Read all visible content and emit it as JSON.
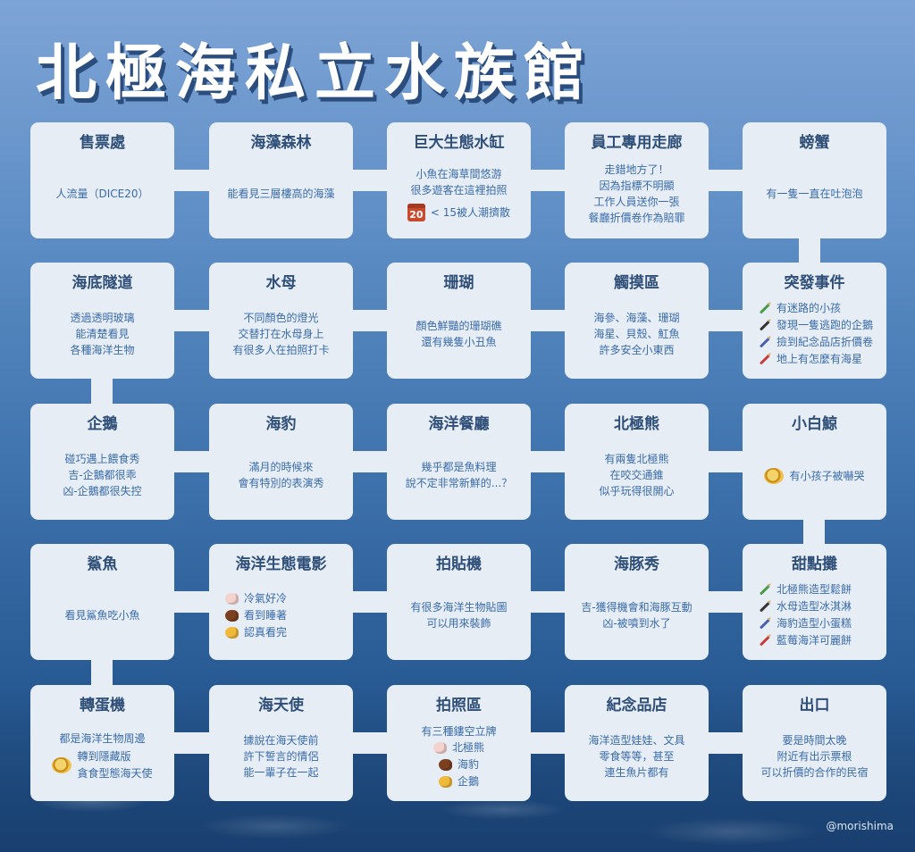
{
  "title": "北極海私立水族館",
  "credit": "@morishima",
  "colors": {
    "card": "#e6edf5",
    "title_shadow": "#2b4d7e",
    "text": "#3a6ba8",
    "name": "#2f4f78"
  },
  "rows": [
    [
      {
        "name": "售票處",
        "lines": [
          "人流量（DICE20）"
        ]
      },
      {
        "name": "海藻森林",
        "lines": [
          "能看見三層樓高的海藻"
        ]
      },
      {
        "name": "巨大生態水缸",
        "lines": [
          "小魚在海草間悠游",
          "很多遊客在這裡拍照"
        ],
        "dice": {
          "value": "20",
          "text": "< 15被人潮擠散"
        }
      },
      {
        "name": "員工專用走廊",
        "lines": [
          "走錯地方了！",
          "因為指標不明顯",
          "工作人員送你一張",
          "餐廳折價卷作為賠罪"
        ]
      },
      {
        "name": "螃蟹",
        "lines": [
          "有一隻一直在吐泡泡"
        ]
      }
    ],
    [
      {
        "name": "海底隧道",
        "lines": [
          "透過透明玻璃",
          "能清楚看見",
          "各種海洋生物"
        ]
      },
      {
        "name": "水母",
        "lines": [
          "不同顏色的燈光",
          "交替打在水母身上",
          "有很多人在拍照打卡"
        ]
      },
      {
        "name": "珊瑚",
        "lines": [
          "顏色鮮豔的珊瑚礁",
          "還有幾隻小丑魚"
        ]
      },
      {
        "name": "觸摸區",
        "lines": [
          "海參、海藻、珊瑚",
          "海星、貝殼、魟魚",
          "許多安全小東西"
        ]
      },
      {
        "name": "突發事件",
        "items": [
          {
            "icon": "green-pencil-icon",
            "color": "#4a9a4a",
            "text": "有迷路的小孩"
          },
          {
            "icon": "black-pencil-icon",
            "color": "#333333",
            "text": "發現一隻逃跑的企鵝"
          },
          {
            "icon": "blue-pencil-icon",
            "color": "#4a5fae",
            "text": "撿到紀念品店折價卷"
          },
          {
            "icon": "red-pencil-icon",
            "color": "#c83c3c",
            "text": "地上有怎麼有海星"
          }
        ]
      }
    ],
    [
      {
        "name": "企鵝",
        "lines": [
          "碰巧遇上餵食秀",
          "吉-企鵝都很乖",
          "凶-企鵝都很失控"
        ]
      },
      {
        "name": "海豹",
        "lines": [
          "滿月的時候來",
          "會有特別的表演秀"
        ]
      },
      {
        "name": "海洋餐廳",
        "lines": [
          "幾乎都是魚料理",
          "說不定非常新鮮的...？"
        ]
      },
      {
        "name": "北極熊",
        "lines": [
          "有兩隻北極熊",
          "在咬交通錐",
          "似乎玩得很開心"
        ]
      },
      {
        "name": "小白鯨",
        "coin": {
          "text": "有小孩子被嚇哭"
        }
      }
    ],
    [
      {
        "name": "鯊魚",
        "lines": [
          "看見鯊魚吃小魚"
        ]
      },
      {
        "name": "海洋生態電影",
        "items": [
          {
            "icon": "raw-meat-icon",
            "color": "#f4d3cf",
            "text": "冷氣好冷"
          },
          {
            "icon": "cooked-meat-icon",
            "color": "#7a3f1e",
            "text": "看到睡著"
          },
          {
            "icon": "golden-meat-icon",
            "color": "#f0b93a",
            "text": "認真看完"
          }
        ]
      },
      {
        "name": "拍貼機",
        "lines": [
          "有很多海洋生物貼圖",
          "可以用來裝飾"
        ]
      },
      {
        "name": "海豚秀",
        "lines": [
          "吉-獲得機會和海豚互動",
          "凶-被噴到水了"
        ]
      },
      {
        "name": "甜點攤",
        "items": [
          {
            "icon": "green-pencil-icon",
            "color": "#4a9a4a",
            "text": "北極熊造型鬆餅"
          },
          {
            "icon": "black-pencil-icon",
            "color": "#333333",
            "text": "水母造型冰淇淋"
          },
          {
            "icon": "blue-pencil-icon",
            "color": "#4a5fae",
            "text": "海豹造型小蛋糕"
          },
          {
            "icon": "red-pencil-icon",
            "color": "#c83c3c",
            "text": "藍莓海洋可麗餅"
          }
        ]
      }
    ],
    [
      {
        "name": "轉蛋機",
        "lines": [
          "都是海洋生物周邊"
        ],
        "coin": {
          "text": "轉到隱藏版",
          "text2": "貪食型態海天使"
        }
      },
      {
        "name": "海天使",
        "lines": [
          "據說在海天使前",
          "許下誓言的情侶",
          "能一輩子在一起"
        ]
      },
      {
        "name": "拍照區",
        "lines": [
          "有三種鏤空立牌"
        ],
        "items": [
          {
            "icon": "raw-meat-icon",
            "color": "#f4d3cf",
            "text": "北極熊"
          },
          {
            "icon": "cooked-meat-icon",
            "color": "#7a3f1e",
            "text": "海豹"
          },
          {
            "icon": "golden-meat-icon",
            "color": "#f0b93a",
            "text": "企鵝"
          }
        ]
      },
      {
        "name": "紀念品店",
        "lines": [
          "海洋造型娃娃、文具",
          "零食等等，甚至",
          "連生魚片都有"
        ]
      },
      {
        "name": "出口",
        "lines": [
          "要是時間太晚",
          "附近有出示票根",
          "可以折價的合作的民宿"
        ]
      }
    ]
  ]
}
